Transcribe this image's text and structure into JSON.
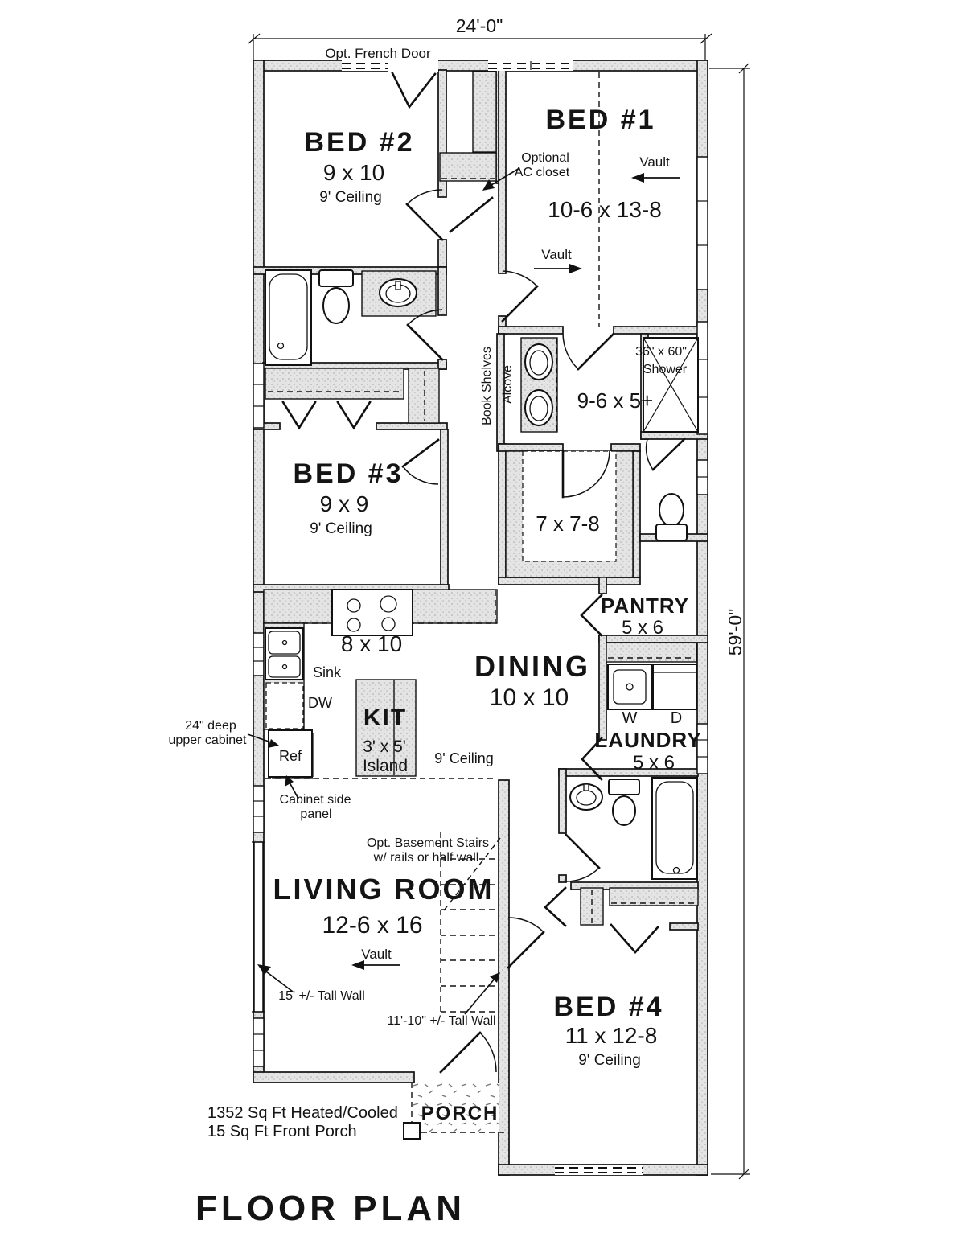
{
  "title": "FLOOR PLAN",
  "dims": {
    "width": "24'-0\"",
    "height": "59'-0\""
  },
  "rooms": {
    "bed1": {
      "name": "BED #1",
      "size": "10-6 x 13-8"
    },
    "bed2": {
      "name": "BED #2",
      "size": "9 x 10",
      "ceiling": "9' Ceiling"
    },
    "bed3": {
      "name": "BED #3",
      "size": "9 x 9",
      "ceiling": "9' Ceiling"
    },
    "bed4": {
      "name": "BED #4",
      "size": "11 x 12-8",
      "ceiling": "9' Ceiling"
    },
    "living": {
      "name": "LIVING ROOM",
      "size": "12-6 x 16"
    },
    "dining": {
      "name": "DINING",
      "size": "10 x 10",
      "ceiling": "9' Ceiling"
    },
    "kitchen": {
      "name": "KIT",
      "size": "8 x 10",
      "island_size": "3' x 5'",
      "island": "Island"
    },
    "pantry": {
      "name": "PANTRY",
      "size": "5 x 6"
    },
    "laundry": {
      "name": "LAUNDRY",
      "size": "5 x 6"
    },
    "master_bath": {
      "size": "9-6 x 5+",
      "shower_line1": "36\" x 60\"",
      "shower_line2": "Shower"
    },
    "wic": {
      "size": "7 x 7-8"
    },
    "porch": {
      "name": "PORCH"
    }
  },
  "labels": {
    "french_door": "Opt. French Door",
    "vault": "Vault",
    "optional": "Optional",
    "ac_closet": "AC closet",
    "book_shelves": "Book Shelves",
    "alcove": "Alcove",
    "sink": "Sink",
    "dw": "DW",
    "ref": "Ref",
    "washer": "W",
    "dryer": "D",
    "cab_deep": "24\" deep",
    "cab_upper": "upper cabinet",
    "cab_side": "Cabinet side",
    "cab_panel": "panel",
    "stairs1": "Opt. Basement Stairs",
    "stairs2": "w/ rails or half wall",
    "tall15": "15' +/- Tall Wall",
    "tall11": "11'-10\" +/- Tall Wall"
  },
  "footer": {
    "area": "1352 Sq Ft Heated/Cooled",
    "porch_area": "15 Sq Ft Front Porch"
  }
}
